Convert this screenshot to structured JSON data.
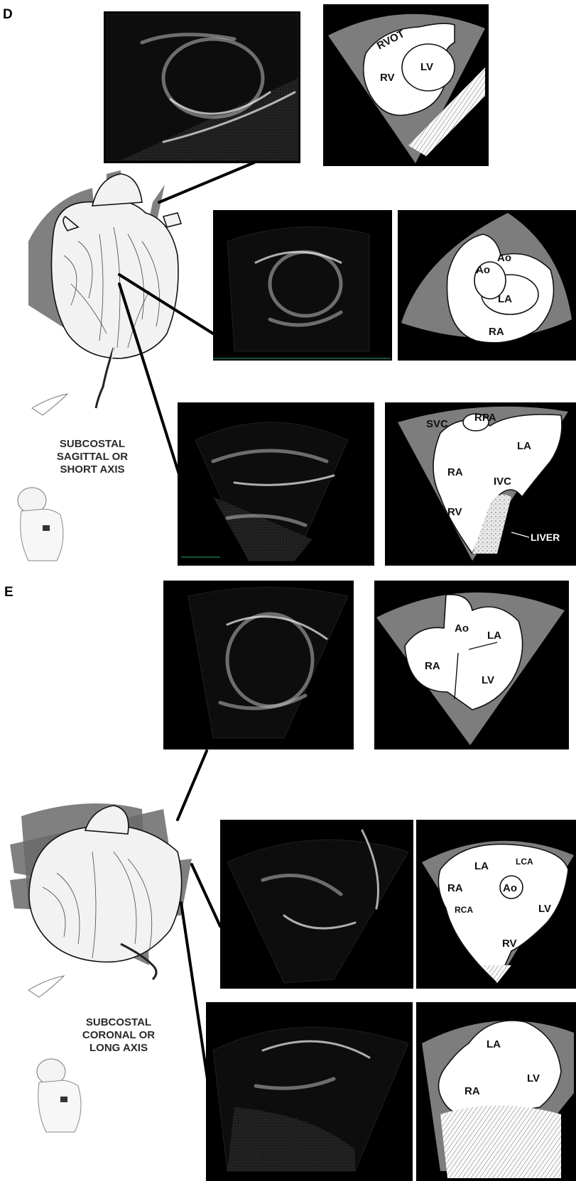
{
  "panels": [
    {
      "letter": "D",
      "caption": [
        "SUBCOSTAL",
        "SAGITTAL OR",
        "SHORT AXIS"
      ]
    },
    {
      "letter": "E",
      "caption": [
        "SUBCOSTAL",
        "CORONAL OR",
        "LONG AXIS"
      ]
    }
  ],
  "labels": {
    "d1": {
      "rvot": "RVOT",
      "rv": "RV",
      "lv": "LV"
    },
    "d2": {
      "ao1": "Ao",
      "ao2": "Ao",
      "la": "LA",
      "ra": "RA"
    },
    "d3": {
      "svc": "SVC",
      "rpa": "RPA",
      "la": "LA",
      "ra": "RA",
      "ivc": "IVC",
      "rv": "RV",
      "liver": "LIVER"
    },
    "e1": {
      "ao": "Ao",
      "la": "LA",
      "ra": "RA",
      "lv": "LV"
    },
    "e2": {
      "la": "LA",
      "lca": "LCA",
      "ra": "RA",
      "ao": "Ao",
      "rca": "RCA",
      "lv": "LV",
      "rv": "RV"
    },
    "e3": {
      "la": "LA",
      "ra": "RA",
      "lv": "LV"
    }
  },
  "colors": {
    "background": "#ffffff",
    "sector": "#7d7d7d",
    "echo": "#0d0d0d",
    "frame": "#000000"
  }
}
